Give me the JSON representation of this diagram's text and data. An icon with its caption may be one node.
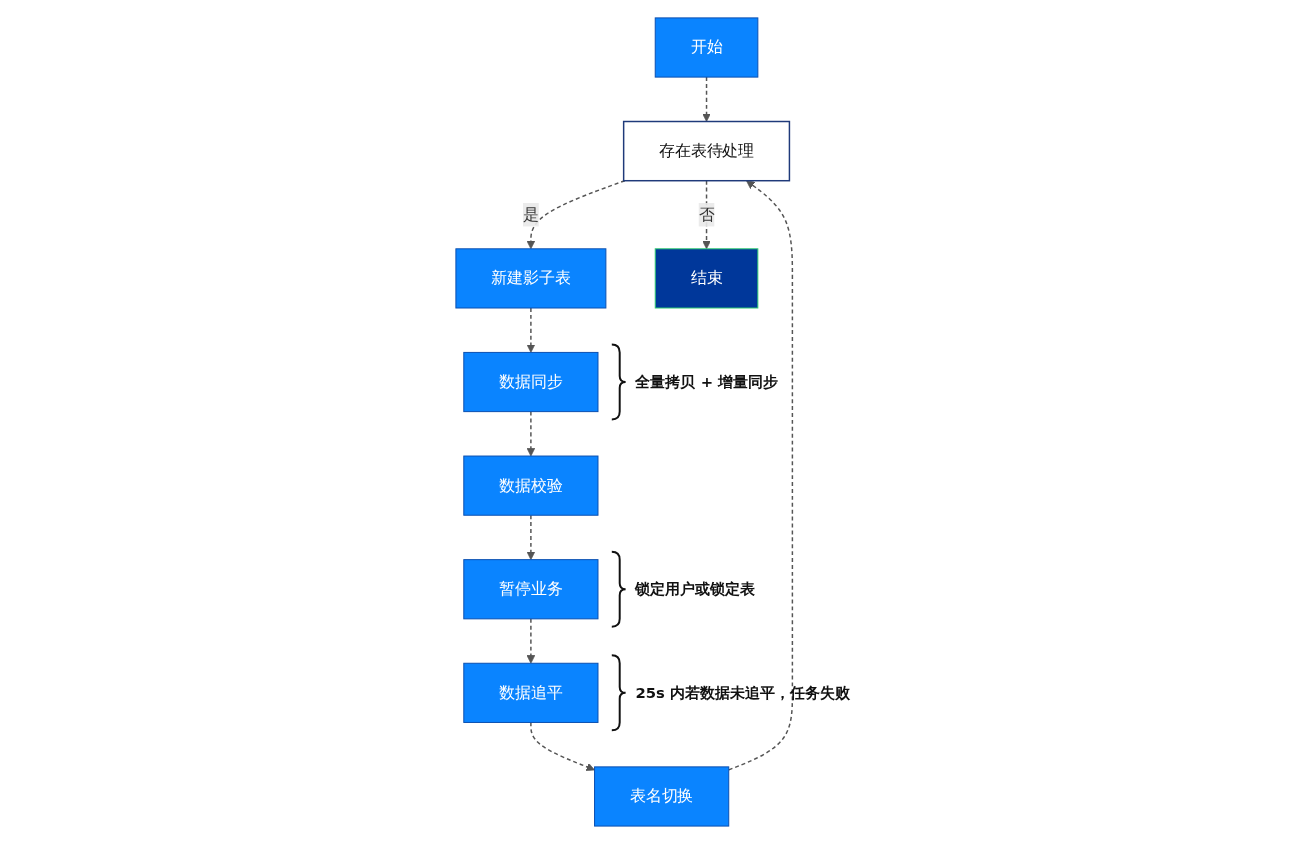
{
  "diagram": {
    "nodes": [
      {
        "text": [
          "开始"
        ]
      },
      {
        "text": [
          "存在表待处理"
        ]
      },
      {
        "text": [
          "新建影子表"
        ]
      },
      {
        "text": [
          "结束"
        ]
      },
      {
        "text": [
          "数据同步"
        ],
        "beside": [
          "全量拷贝 + 增量同步"
        ]
      },
      {
        "text": [
          "数据校验"
        ]
      },
      {
        "text": [
          "暂停业务"
        ],
        "beside": [
          "锁定用户或锁定表"
        ]
      },
      {
        "text": [
          "数据追平"
        ],
        "beside": [
          "25s 内若数据未追平，任务失败"
        ]
      },
      {
        "text": [
          "表名切换"
        ]
      }
    ],
    "edges": [
      {
        "from": 0,
        "to": 1,
        "arrow": "to",
        "style": "dashed"
      },
      {
        "from": 1,
        "to": 2,
        "arrow": "to",
        "style": "dashed",
        "label": "是"
      },
      {
        "from": 1,
        "to": 3,
        "arrow": "to",
        "style": "dashed",
        "label": "否"
      },
      {
        "from": 2,
        "to": 4,
        "arrow": "to",
        "style": "dashed"
      },
      {
        "from": 4,
        "to": 5,
        "arrow": "to",
        "style": "dashed"
      },
      {
        "from": 5,
        "to": 6,
        "arrow": "to",
        "style": "dashed"
      },
      {
        "from": 6,
        "to": 7,
        "arrow": "to",
        "style": "dashed"
      },
      {
        "from": 7,
        "to": 8,
        "arrow": "to",
        "style": "dashed"
      },
      {
        "from": 8,
        "to": 1,
        "arrow": "to",
        "style": "dashed"
      }
    ]
  }
}
